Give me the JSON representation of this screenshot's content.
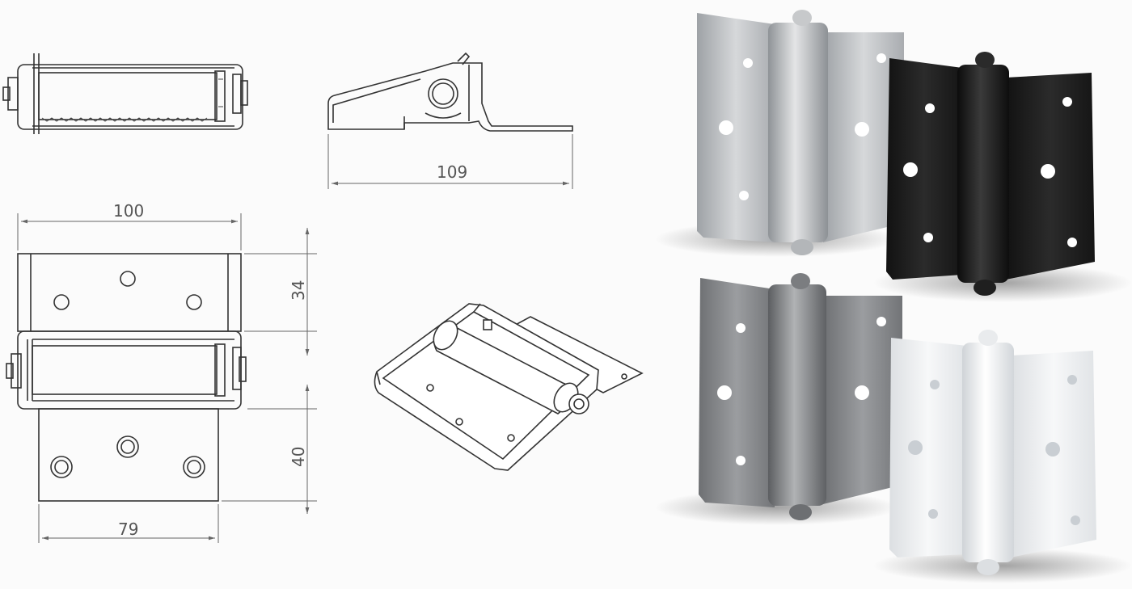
{
  "dimensions": {
    "length_side": "109",
    "width_top": "100",
    "leaf_height_upper": "34",
    "leaf_height_lower": "40",
    "width_bottom": "79"
  },
  "colors": {
    "background": "#fbfbfb",
    "line": "#333333",
    "finish_satin": "#b9bcbf",
    "finish_black": "#1c1c1c",
    "finish_stainless": "#8a8c8f",
    "finish_white": "#eef0f2"
  },
  "products": [
    {
      "finish": "satin"
    },
    {
      "finish": "black"
    },
    {
      "finish": "stainless"
    },
    {
      "finish": "white"
    }
  ]
}
